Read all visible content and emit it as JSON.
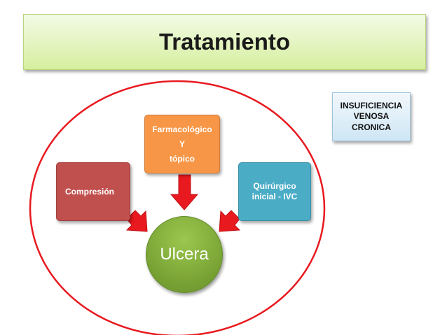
{
  "title": "Tratamiento",
  "nodes": {
    "compresion": "Compresión",
    "farmacologico": [
      "Farmacológico",
      "Y",
      "tópico"
    ],
    "quirurgico": [
      "Quirúrgico",
      "inicial - IVC"
    ],
    "ulcera": "Ulcera"
  },
  "note": [
    "INSUFICIENCIA",
    "VENOSA",
    "CRONICA"
  ],
  "colors": {
    "ellipse": "#e8191f",
    "arrow": "#e8191f",
    "compresion": "#c0504d",
    "farmacologico": "#f79646",
    "quirurgico": "#4bacc6",
    "ulcera": "#77a033"
  }
}
